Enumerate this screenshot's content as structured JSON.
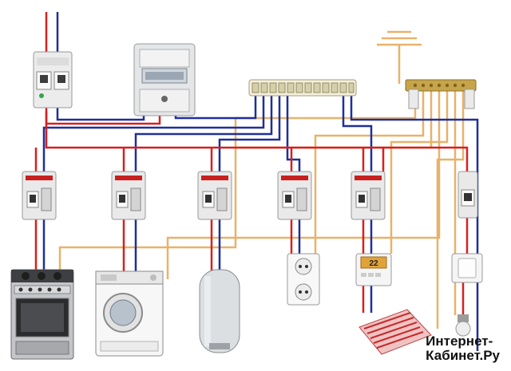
{
  "colors": {
    "phase": "#d62020",
    "neutral": "#1f2f9a",
    "ground": "#e8b26a",
    "breaker_body": "#e9e9e9",
    "breaker_accent": "#c8201e"
  },
  "thermostat": {
    "display": "22"
  },
  "watermark": {
    "line1": "Интернет-",
    "line2": "Кабинет.Ру"
  },
  "icons": [
    "meter-icon",
    "ground-antenna-icon",
    "bus-bar-icon",
    "terminal-block-icon"
  ]
}
